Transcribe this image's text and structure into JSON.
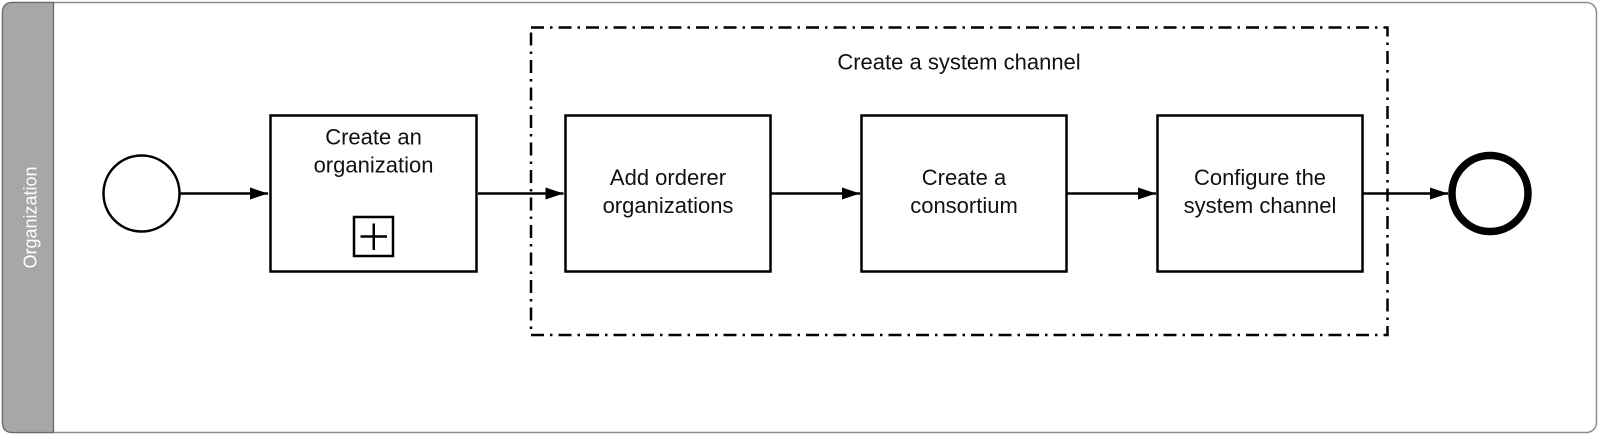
{
  "diagram": {
    "lane": {
      "label": "Organization"
    },
    "start_event": {
      "name": "start-event"
    },
    "end_event": {
      "name": "end-event"
    },
    "tasks": [
      {
        "name": "create-an-organization",
        "line1": "Create an",
        "line2": "organization",
        "marker_icon": "plus-square-icon"
      },
      {
        "name": "add-orderer-organizations",
        "line1": "Add orderer",
        "line2": "organizations"
      },
      {
        "name": "create-a-consortium",
        "line1": "Create a",
        "line2": "consortium"
      },
      {
        "name": "configure-the-system-channel",
        "line1": "Configure the",
        "line2": "system channel"
      }
    ],
    "group": {
      "title": "Create a system channel"
    }
  },
  "colors": {
    "lane_fill": "#a7a7aa",
    "lane_border": "#6b6b6b",
    "pool_border": "#8e8e8e",
    "shape_stroke": "#000000",
    "lane_text": "#ffffff",
    "text": "#111111",
    "background": "#ffffff"
  }
}
